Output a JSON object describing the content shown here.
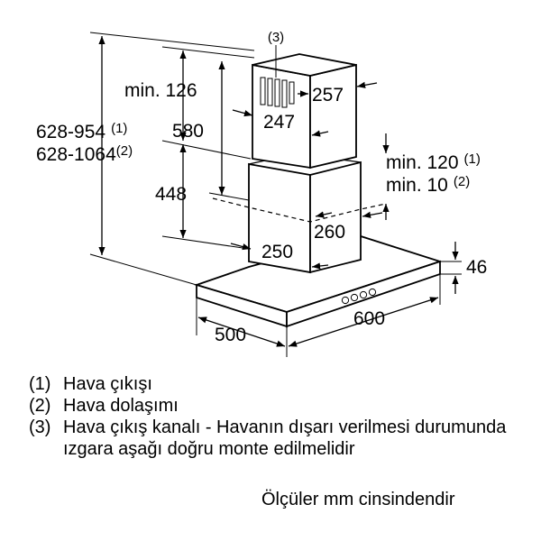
{
  "dimensions": {
    "top_callout": "(3)",
    "min_126": "min. 126",
    "d_580": "580",
    "total_range_1": "628-954",
    "total_range_1_sup": "(1)",
    "total_range_2": "628-1064",
    "total_range_2_sup": "(2)",
    "d_448": "448",
    "d_257": "257",
    "d_247": "247",
    "min_120": "min. 120",
    "min_120_sup": "(1)",
    "min_10": "min. 10",
    "min_10_sup": "(2)",
    "d_260": "260",
    "d_250": "250",
    "d_46": "46",
    "d_500": "500",
    "d_600": "600"
  },
  "legend": [
    {
      "num": "(1)",
      "text": "Hava çıkışı"
    },
    {
      "num": "(2)",
      "text": "Hava dolaşımı"
    },
    {
      "num": "(3)",
      "text": "Hava çıkış kanalı - Havanın dışarı verilmesi durumunda ızgara aşağı doğru monte edilmelidir"
    }
  ],
  "units_note": "Ölçüler mm cinsindendir"
}
